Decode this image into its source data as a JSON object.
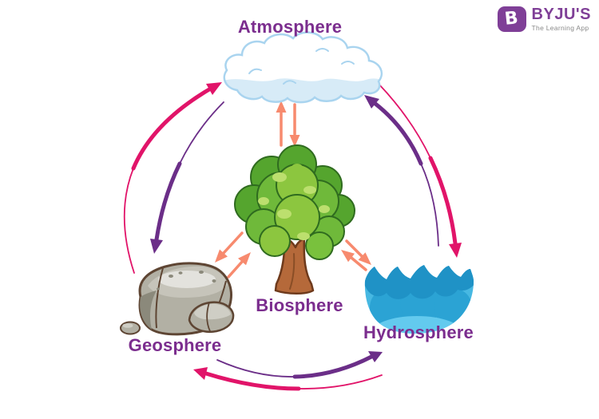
{
  "page": {
    "background": "#FFFFFF"
  },
  "logo": {
    "brand": "BYJU'S",
    "tagline": "The Learning App",
    "icon_letter": "B",
    "brand_color": "#7F3F97",
    "tagline_color": "#8A8A8A"
  },
  "labels": {
    "atmosphere": "Atmosphere",
    "biosphere": "Biosphere",
    "geosphere": "Geosphere",
    "hydrosphere": "Hydrosphere"
  },
  "colors": {
    "label_purple": "#7B2D8E",
    "arrow_pink": "#E11469",
    "arrow_purple": "#6B2E88",
    "arrow_salmon": "#F78A6E",
    "cloud_outline": "#A9D4EF",
    "cloud_shade": "#D7EBF7",
    "water_base": "#47B8E2",
    "water_dark": "#1F92C6",
    "water_mid": "#2BA3D4",
    "water_light": "#63CAEE",
    "foliage_dark": "#55A52E",
    "foliage_mid": "#6FB93A",
    "foliage_light": "#8CC63F",
    "foliage_outline": "#2F6B1F",
    "foliage_highlight": "#BCDF6E",
    "trunk_brown": "#B5693A",
    "trunk_outline": "#6E3A1C",
    "rock_gray": "#B2B0A4",
    "rock_light": "#C6C4BA",
    "rock_highlight": "#E3E2DD",
    "rock_dark": "#8B897B",
    "rock_outline": "#5E4533"
  },
  "diagram": {
    "type": "cycle-diagram",
    "nodes": [
      {
        "id": "atmosphere",
        "label": "Atmosphere",
        "illustration": "cloud"
      },
      {
        "id": "biosphere",
        "label": "Biosphere",
        "illustration": "tree"
      },
      {
        "id": "geosphere",
        "label": "Geosphere",
        "illustration": "rocks"
      },
      {
        "id": "hydrosphere",
        "label": "Hydrosphere",
        "illustration": "ocean-waves"
      }
    ],
    "exchanges": [
      {
        "from": "geosphere",
        "to": "atmosphere",
        "style": "curved",
        "color": "#E11469"
      },
      {
        "from": "atmosphere",
        "to": "geosphere",
        "style": "curved",
        "color": "#6B2E88"
      },
      {
        "from": "hydrosphere",
        "to": "atmosphere",
        "style": "curved",
        "color": "#6B2E88"
      },
      {
        "from": "atmosphere",
        "to": "hydrosphere",
        "style": "curved",
        "color": "#E11469"
      },
      {
        "from": "geosphere",
        "to": "hydrosphere",
        "style": "curved",
        "color": "#6B2E88"
      },
      {
        "from": "hydrosphere",
        "to": "geosphere",
        "style": "curved",
        "color": "#E11469"
      },
      {
        "from": "biosphere",
        "to": "atmosphere",
        "style": "straight",
        "color": "#F78A6E"
      },
      {
        "from": "atmosphere",
        "to": "biosphere",
        "style": "straight",
        "color": "#F78A6E"
      },
      {
        "from": "biosphere",
        "to": "geosphere",
        "style": "straight",
        "color": "#F78A6E"
      },
      {
        "from": "geosphere",
        "to": "biosphere",
        "style": "straight",
        "color": "#F78A6E"
      },
      {
        "from": "biosphere",
        "to": "hydrosphere",
        "style": "straight",
        "color": "#F78A6E"
      },
      {
        "from": "hydrosphere",
        "to": "biosphere",
        "style": "straight",
        "color": "#F78A6E"
      }
    ]
  }
}
